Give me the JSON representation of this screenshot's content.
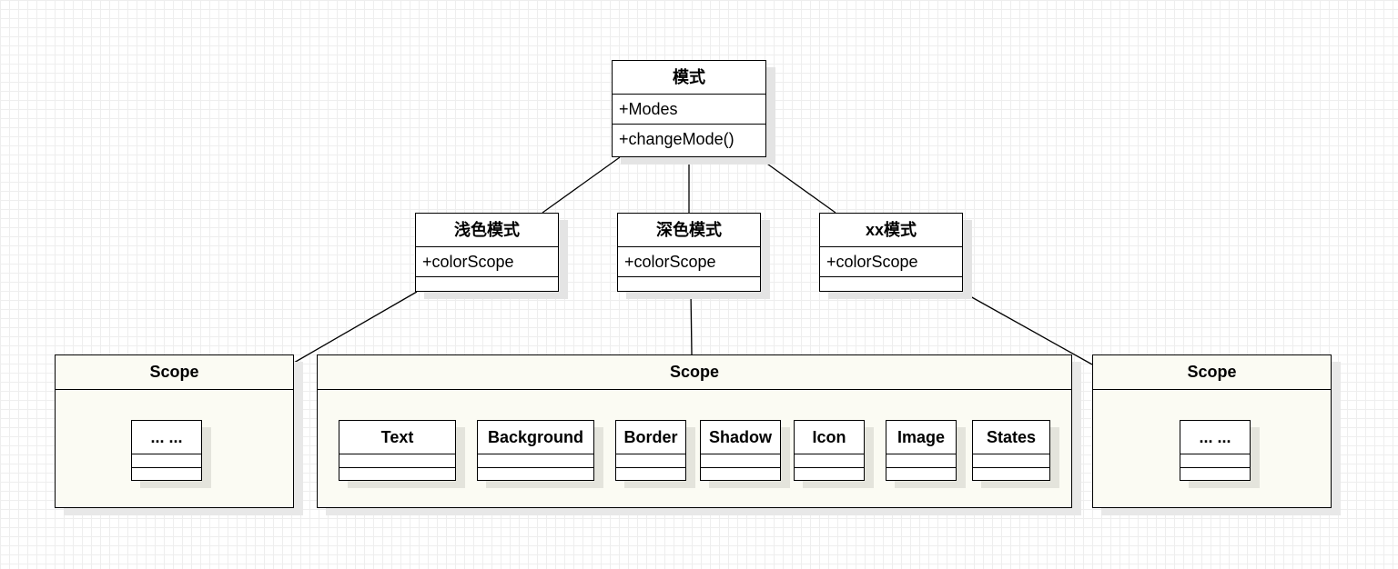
{
  "mode_class": {
    "title": "模式",
    "attribute": "+Modes",
    "method": "+changeMode()"
  },
  "mode_variants": [
    {
      "title": "浅色模式",
      "attribute": "+colorScope"
    },
    {
      "title": "深色模式",
      "attribute": "+colorScope"
    },
    {
      "title": "xx模式",
      "attribute": "+colorScope"
    }
  ],
  "scopes": {
    "left": {
      "title": "Scope",
      "items": [
        "... ..."
      ]
    },
    "center": {
      "title": "Scope",
      "items": [
        "Text",
        "Background",
        "Border",
        "Shadow",
        "Icon",
        "Image",
        "States"
      ]
    },
    "right": {
      "title": "Scope",
      "items": [
        "... ..."
      ]
    }
  },
  "colors": {
    "scope_fill": "#fbfbf3",
    "line": "#000000",
    "grid": "#eeeeee"
  }
}
